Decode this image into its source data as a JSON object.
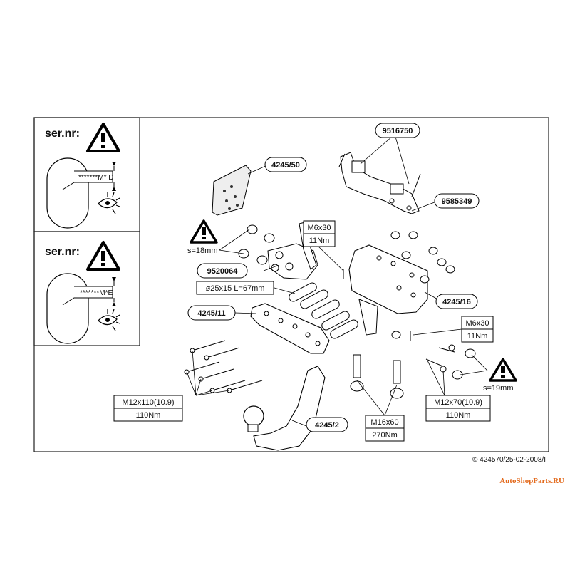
{
  "panels": {
    "top": {
      "heading": "ser.nr:",
      "serial": "*******M* D"
    },
    "bottom": {
      "heading": "ser.nr:",
      "serial": "*******M*E"
    }
  },
  "parts": {
    "p9516750": "9516750",
    "p9585349": "9585349",
    "p4245_50": "4245/50",
    "p9520064": "9520064",
    "p4245_11": "4245/11",
    "p4245_16": "4245/16",
    "p4245_2": "4245/2"
  },
  "labels": {
    "spacer": "ø25x15 L=67mm",
    "s18": "s=18mm",
    "s19": "s=19mm",
    "m6x30_top_size": "M6x30",
    "m6x30_top_torque": "11Nm",
    "m6x30_right_size": "M6x30",
    "m6x30_right_torque": "11Nm",
    "m12x110_size": "M12x110(10.9)",
    "m12x110_torque": "110Nm",
    "m16x60_size": "M16x60",
    "m16x60_torque": "270Nm",
    "m12x70_size": "M12x70(10.9)",
    "m12x70_torque": "110Nm"
  },
  "footer": {
    "copyright": "© 424570/25-02-2008/I",
    "watermark": "AutoShopParts.RU"
  }
}
